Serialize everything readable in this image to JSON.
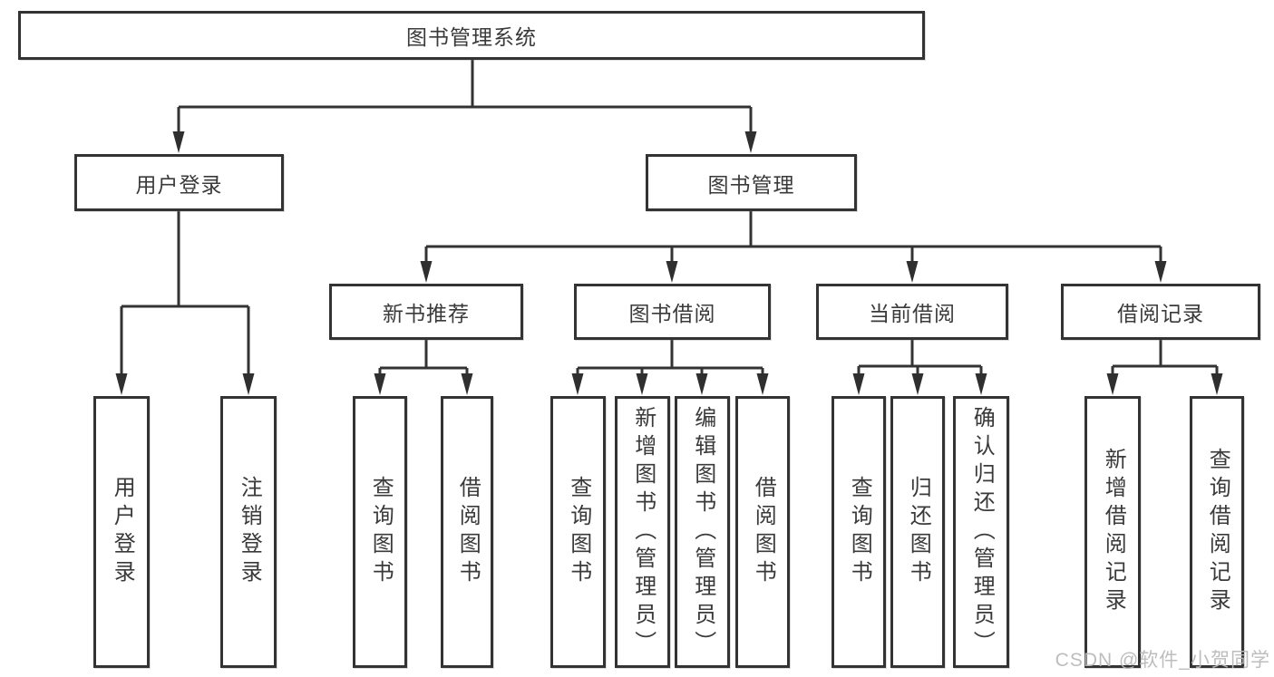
{
  "diagram": {
    "root": {
      "label": "图书管理系统"
    },
    "level2": {
      "user_login": {
        "label": "用户登录"
      },
      "book_mgmt": {
        "label": "图书管理"
      }
    },
    "level3": {
      "new_books": {
        "label": "新书推荐"
      },
      "borrowing": {
        "label": "图书借阅"
      },
      "current": {
        "label": "当前借阅"
      },
      "records": {
        "label": "借阅记录"
      }
    },
    "leaves": {
      "user_login": [
        "用户登录",
        "注销登录"
      ],
      "new_books": [
        "查询图书",
        "借阅图书"
      ],
      "borrowing": [
        "查询图书",
        "新增图书（管理员）",
        "编辑图书（管理员）",
        "借阅图书"
      ],
      "current": [
        "查询图书",
        "归还图书",
        "确认归还（管理员）"
      ],
      "records": [
        "新增借阅记录",
        "查询借阅记录"
      ]
    },
    "colors": {
      "line": "#333333",
      "text": "#3a3a3a",
      "background": "#ffffff",
      "watermark": "#b9b9b9"
    },
    "watermark": "CSDN @软件_小贺同学"
  }
}
